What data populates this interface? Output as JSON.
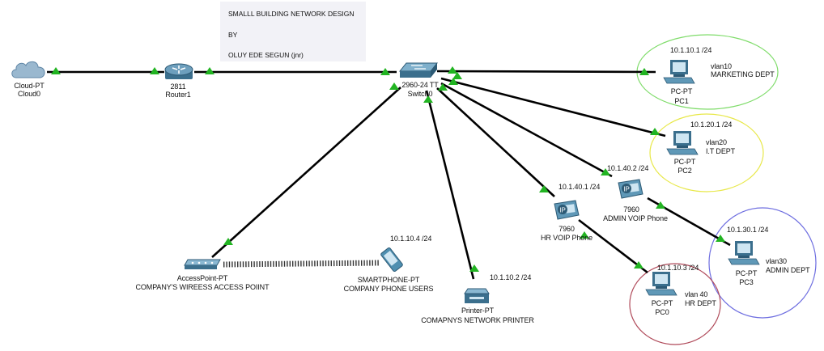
{
  "title_note": {
    "line1": "SMALLL BUILDING NETWORK DESIGN",
    "line2": "BY",
    "line3": "OLUY EDE SEGUN (jnr)"
  },
  "devices": {
    "cloud": {
      "model": "Cloud-PT",
      "name": "Cloud0",
      "icon": "cloud-icon"
    },
    "router": {
      "model": "2811",
      "name": "Router1",
      "icon": "router-icon"
    },
    "switch": {
      "model": "2960-24 TT",
      "name": "Switch0",
      "icon": "switch-icon"
    },
    "ap": {
      "model": "AccessPoint-PT",
      "name": "COMPANY'S WIREESS ACCESS POIINT",
      "icon": "access-point-icon"
    },
    "phone": {
      "model": "SMARTPHONE-PT",
      "name": "COMPANY PHONE USERS",
      "ip": "10.1.10.4 /24",
      "icon": "smartphone-icon"
    },
    "printer": {
      "model": "Printer-PT",
      "name": "COMAPNYS NETWORK PRINTER",
      "ip": "10.1.10.2 /24",
      "icon": "printer-icon"
    },
    "hr_voip": {
      "model": "7960",
      "name": "HR VOIP Phone",
      "ip": "10.1.40.1 /24",
      "icon": "ip-phone-icon"
    },
    "admin_voip": {
      "model": "7960",
      "name": "ADMIN VOIP Phone",
      "ip": "10.1.40.2 /24",
      "icon": "ip-phone-icon"
    },
    "pc1": {
      "model": "PC-PT",
      "name": "PC1",
      "ip": "10.1.10.1 /24",
      "vlan": "vlan10",
      "dept": "MARKETING DEPT",
      "icon": "pc-icon"
    },
    "pc2": {
      "model": "PC-PT",
      "name": "PC2",
      "ip": "10.1.20.1 /24",
      "vlan": "vlan20",
      "dept": "I.T DEPT",
      "icon": "pc-icon"
    },
    "pc3": {
      "model": "PC-PT",
      "name": "PC3",
      "ip": "10.1.30.1 /24",
      "vlan": "vlan30",
      "dept": "ADMIN DEPT",
      "icon": "pc-icon"
    },
    "pc0": {
      "model": "PC-PT",
      "name": "PC0",
      "ip": "10.1.10.3 /24",
      "vlan": "vlan 40",
      "dept": "HR DEPT",
      "icon": "pc-icon"
    }
  },
  "colors": {
    "link": "#000000",
    "link_up": "#22b422",
    "zone_marketing": "#7fdc6a",
    "zone_it": "#e8e84a",
    "zone_admin": "#6e6ee0",
    "zone_hr": "#b04a5a",
    "device_blue": "#3b7a9c"
  }
}
